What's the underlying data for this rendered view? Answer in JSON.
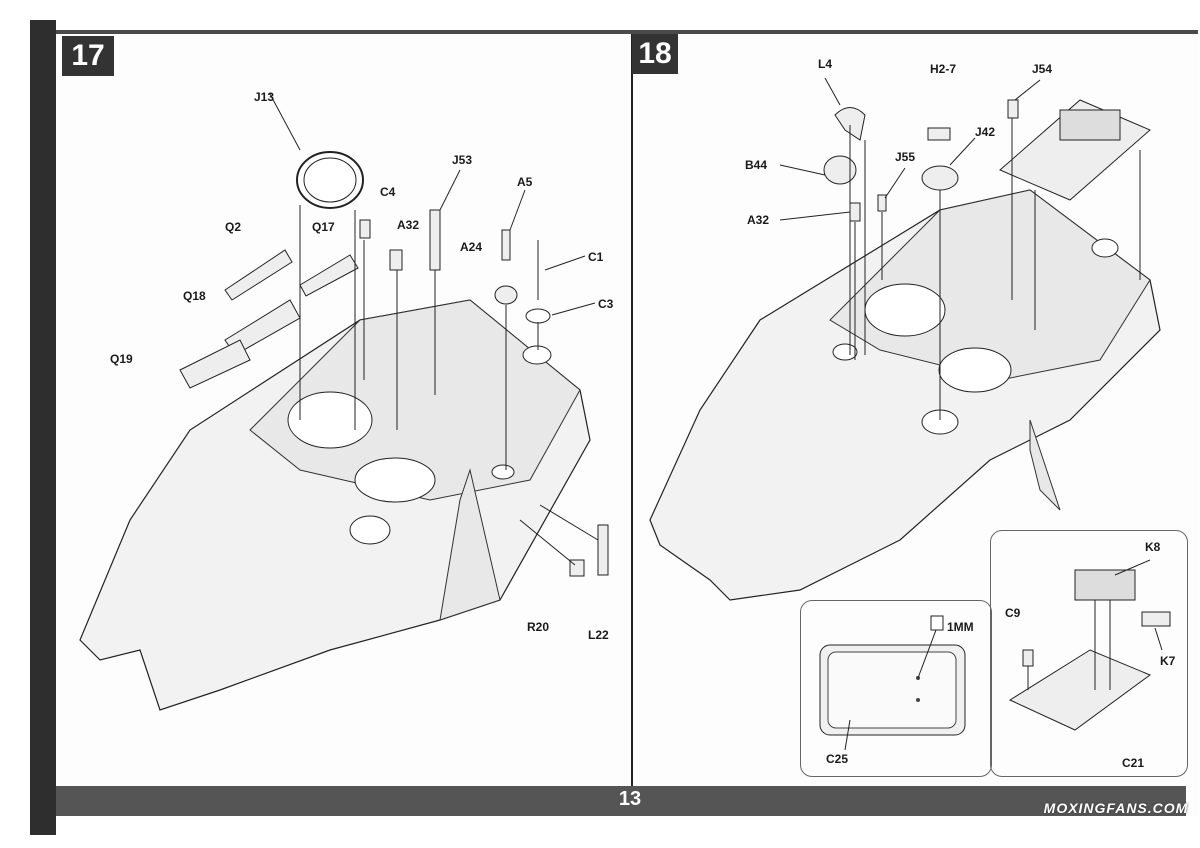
{
  "page_number": "13",
  "watermark": "MOXINGFANS.COM",
  "steps": [
    {
      "number": "17",
      "labels": {
        "J13": "J13",
        "J53": "J53",
        "A5": "A5",
        "C4": "C4",
        "A32": "A32",
        "A24": "A24",
        "C1": "C1",
        "Q2": "Q2",
        "Q17": "Q17",
        "Q18": "Q18",
        "C3": "C3",
        "Q19": "Q19",
        "R20": "R20",
        "L22": "L22"
      }
    },
    {
      "number": "18",
      "labels": {
        "L4": "L4",
        "H2_7": "H2-7",
        "J54": "J54",
        "J42": "J42",
        "B44": "B44",
        "J55": "J55",
        "A32": "A32",
        "K8": "K8",
        "C9": "C9",
        "K7": "K7",
        "C25": "C25",
        "C21": "C21",
        "thickness": "1MM"
      }
    }
  ]
}
